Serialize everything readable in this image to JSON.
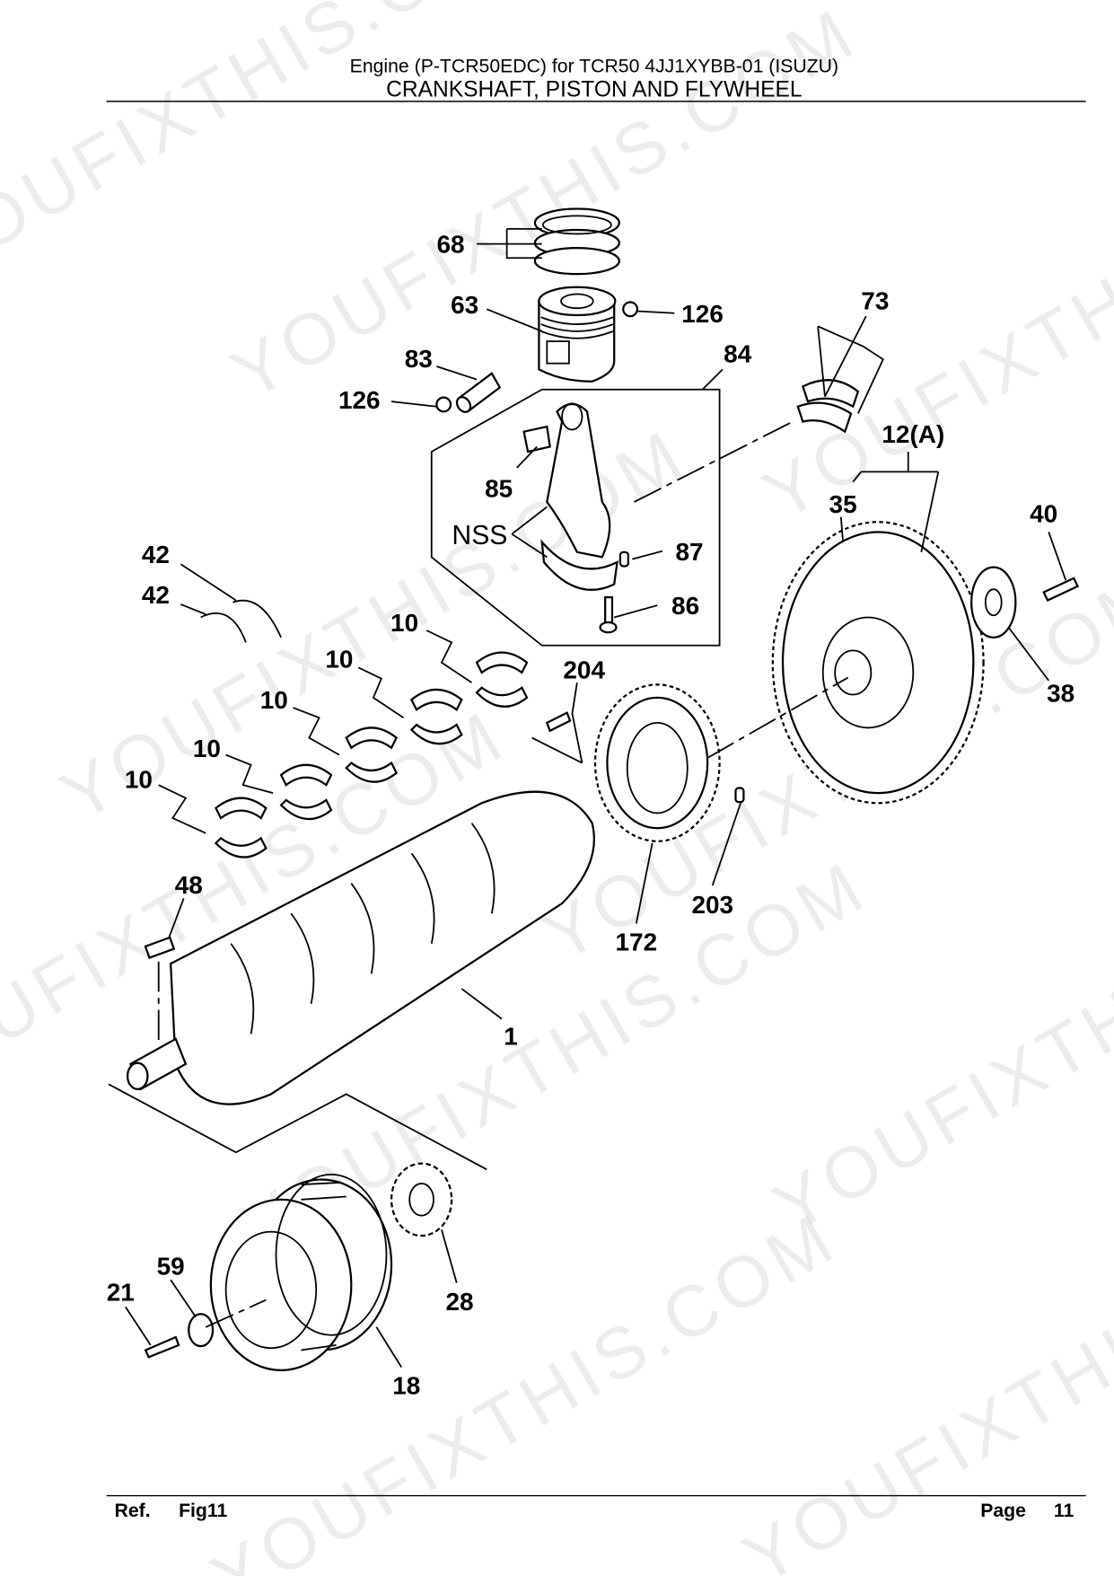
{
  "header": {
    "subtitle": "Engine (P-TCR50EDC) for TCR50 4JJ1XYBB-01 (ISUZU)",
    "title": "CRANKSHAFT, PISTON AND FLYWHEEL"
  },
  "footer": {
    "ref_label": "Ref.",
    "fig": "Fig11",
    "page_label": "Page",
    "page_number": "11"
  },
  "callouts": [
    {
      "id": "68",
      "text": "68"
    },
    {
      "id": "63",
      "text": "63"
    },
    {
      "id": "126a",
      "text": "126"
    },
    {
      "id": "83",
      "text": "83"
    },
    {
      "id": "84",
      "text": "84"
    },
    {
      "id": "126b",
      "text": "126"
    },
    {
      "id": "73",
      "text": "73"
    },
    {
      "id": "12A",
      "text": "12(A)"
    },
    {
      "id": "85",
      "text": "85"
    },
    {
      "id": "35",
      "text": "35"
    },
    {
      "id": "40",
      "text": "40"
    },
    {
      "id": "87",
      "text": "87"
    },
    {
      "id": "42a",
      "text": "42"
    },
    {
      "id": "42b",
      "text": "42"
    },
    {
      "id": "86",
      "text": "86"
    },
    {
      "id": "10a",
      "text": "10"
    },
    {
      "id": "10b",
      "text": "10"
    },
    {
      "id": "204",
      "text": "204"
    },
    {
      "id": "10c",
      "text": "10"
    },
    {
      "id": "38",
      "text": "38"
    },
    {
      "id": "10d",
      "text": "10"
    },
    {
      "id": "10e",
      "text": "10"
    },
    {
      "id": "48",
      "text": "48"
    },
    {
      "id": "203",
      "text": "203"
    },
    {
      "id": "172",
      "text": "172"
    },
    {
      "id": "1",
      "text": "1"
    },
    {
      "id": "59",
      "text": "59"
    },
    {
      "id": "21",
      "text": "21"
    },
    {
      "id": "28",
      "text": "28"
    },
    {
      "id": "18",
      "text": "18"
    }
  ],
  "nss_label": "NSS",
  "watermark": "YOUFIXTHIS.COM"
}
